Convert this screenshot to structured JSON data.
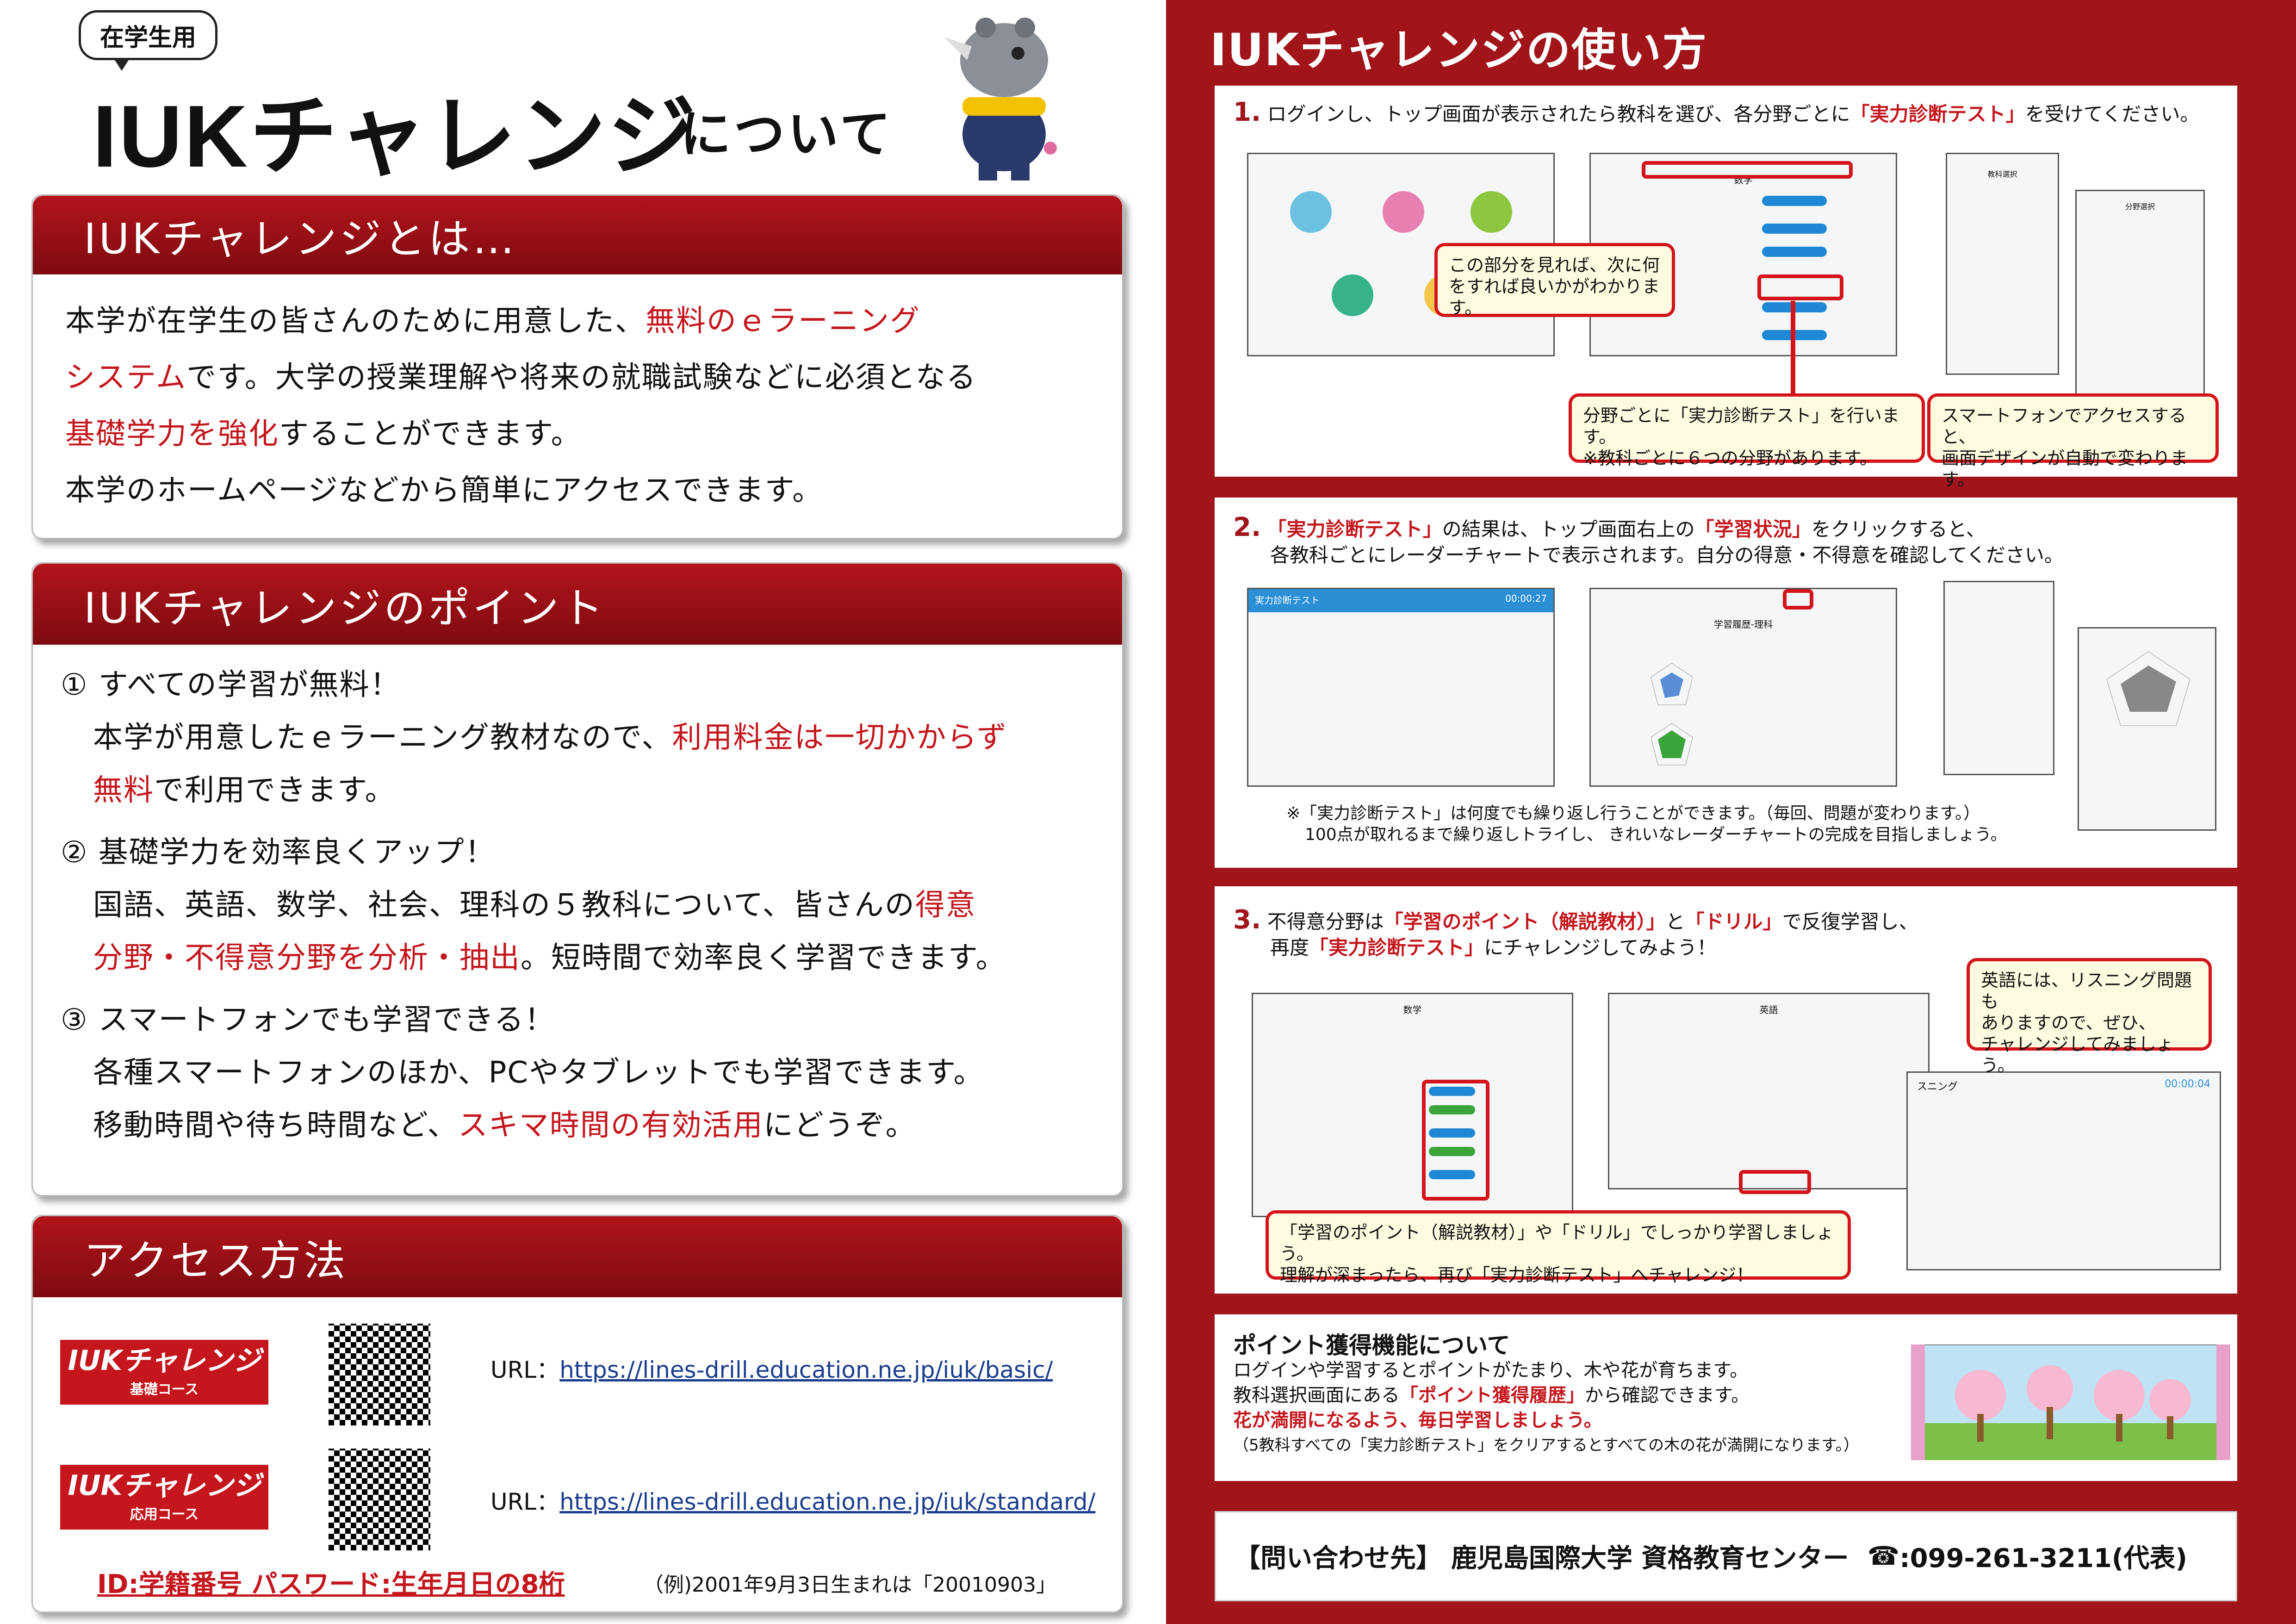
{
  "header": {
    "tag": "在学生用",
    "title": "IUKチャレンジ",
    "title_suffix": "について"
  },
  "about": {
    "heading": "IUKチャレンジとは…",
    "line1_a": "本学が在学生の皆さんのために用意した、",
    "line1_b": "無料のｅラーニング",
    "line2_a": "システム",
    "line2_b": "です。大学の授業理解や将来の就職試験などに必須となる",
    "line3_a": "基礎学力を強化",
    "line3_b": "することができます。",
    "line4": "本学のホームページなどから簡単にアクセスできます。"
  },
  "points": {
    "heading": "IUKチャレンジのポイント",
    "p1_title": "① すべての学習が無料！",
    "p1_a": "本学が用意したｅラーニング教材なので、",
    "p1_b": "利用料金は一切かからず",
    "p1_c": "無料",
    "p1_d": "で利用できます。",
    "p2_title": "② 基礎学力を効率良くアップ！",
    "p2_a": "国語、英語、数学、社会、理科の５教科について、皆さんの",
    "p2_b": "得意",
    "p2_c": "分野・不得意分野を分析・抽出",
    "p2_d": "。短時間で効率良く学習できます。",
    "p3_title": "③ スマートフォンでも学習できる！",
    "p3_a": "各種スマートフォンのほか、PCやタブレットでも学習できます。",
    "p3_b": "移動時間や待ち時間など、",
    "p3_c": "スキマ時間の有効活用",
    "p3_d": "にどうぞ。"
  },
  "access": {
    "heading": "アクセス方法",
    "basic_logo": "IUKチャレンジ",
    "basic_course": "基礎コース",
    "basic_url_label": "URL：",
    "basic_url": "https://lines-drill.education.ne.jp/iuk/basic/",
    "std_logo": "IUKチャレンジ",
    "std_course": "応用コース",
    "std_url_label": "URL：",
    "std_url": "https://lines-drill.education.ne.jp/iuk/standard/",
    "credentials": "ID:学籍番号 パスワード:生年月日の8桁",
    "example": "（例)2001年9月3日生まれは「20010903」"
  },
  "howto": {
    "title": "IUKチャレンジの使い方",
    "step1_num": "1.",
    "step1_a": "ログインし、トップ画面が表示されたら教科を選び、各分野ごとに",
    "step1_b": "「実力診断テスト」",
    "step1_c": "を受けてください。",
    "step1_call1": "この部分を見れば、次に何をすれば良いかがわかります。",
    "step1_call2a": "分野ごとに「実力診断テスト」を行います。",
    "step1_call2b": "※教科ごとに６つの分野があります。",
    "step1_call3a": "スマートフォンでアクセスすると、",
    "step1_call3b": "画面デザインが自動で変わります。",
    "step2_num": "2.",
    "step2_a": "「実力診断テスト」",
    "step2_b": "の結果は、トップ画面右上の",
    "step2_c": "「学習状況」",
    "step2_d": "をクリックすると、",
    "step2_e": "各教科ごとにレーダーチャートで表示されます。自分の得意・不得意を確認してください。",
    "step2_note1": "※「実力診断テスト」は何度でも繰り返し行うことができます。（毎回、問題が変わります。）",
    "step2_note2": "100点が取れるまで繰り返しトライし、 きれいなレーダーチャートの完成を目指しましょう。",
    "step3_num": "3.",
    "step3_a": "不得意分野は",
    "step3_b": "「学習のポイント（解説教材）」",
    "step3_c": "と",
    "step3_d": "「ドリル」",
    "step3_e": "で反復学習し、",
    "step3_f": "再度",
    "step3_g": "「実力診断テスト」",
    "step3_h": "にチャレンジしてみよう！",
    "step3_call1a": "英語には、リスニング問題も",
    "step3_call1b": "ありますので、ぜひ、",
    "step3_call1c": "チャレンジしてみましょう。",
    "step3_call2a": "「学習のポイント（解説教材）」や「ドリル」でしっかり学習しましょう。",
    "step3_call2b": "理解が深まったら、再び「実力診断テスト」へチャレンジ！"
  },
  "points_feature": {
    "title": "ポイント獲得機能について",
    "line1": "ログインや学習するとポイントがたまり、木や花が育ちます。",
    "line2_a": "教科選択画面にある",
    "line2_b": "「ポイント獲得履歴」",
    "line2_c": "から確認できます。",
    "line3": "花が満開になるよう、毎日学習しましょう。",
    "line4": "（5教科すべての「実力診断テスト」をクリアするとすべての木の花が満開になります。）"
  },
  "contact": {
    "label": "【問い合わせ先】",
    "org": "鹿児島国際大学 資格教育センター",
    "phone_icon": "☎",
    "phone": ":099-261-3211(代表)"
  },
  "screens": {
    "math": "数学",
    "english": "英語",
    "subject_select": "教科選択",
    "field_select": "分野選択",
    "test": "実力診断テスト",
    "timer": "00:00:27",
    "history": "学習履歴-理科",
    "listening": "スニング",
    "timer2": "00:00:04"
  },
  "colors": {
    "brand_red": "#c4161c",
    "dark_red": "#a0141a",
    "button_blue": "#1e88d6"
  }
}
